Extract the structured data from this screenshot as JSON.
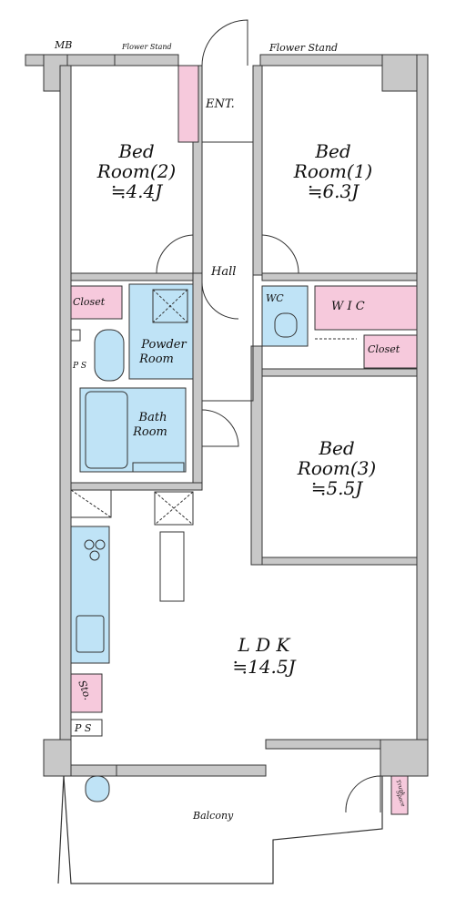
{
  "labels": {
    "mb": "MB",
    "flower_stand_left": "Flower Stand",
    "flower_stand_right": "Flower Stand",
    "entrance": "ENT.",
    "bedroom2_name": "Bed",
    "bedroom2_name2": "Room(2)",
    "bedroom2_size": "≒4.4J",
    "bedroom1_name": "Bed",
    "bedroom1_name2": "Room(1)",
    "bedroom1_size": "≒6.3J",
    "hall": "Hall",
    "closet_left": "Closet",
    "wc": "WC",
    "wic": "W I C",
    "closet_right": "Closet",
    "ps_top": "P S",
    "powder_room_1": "Powder",
    "powder_room_2": "Room",
    "bath_1": "Bath",
    "bath_2": "Room",
    "bedroom3_name": "Bed",
    "bedroom3_name2": "Room(3)",
    "bedroom3_size": "≒5.5J",
    "ldk_name": "L D K",
    "ldk_size": "≒14.5J",
    "storage": "Sto.",
    "ps_bottom": "P S",
    "balcony": "Balcony",
    "trunk_1": "Trunk",
    "trunk_2": "Space"
  },
  "colors": {
    "wall": "#c8c8c8",
    "storage_pink": "#f6c9dc",
    "water_blue": "#bfe3f6",
    "line": "#222222"
  }
}
